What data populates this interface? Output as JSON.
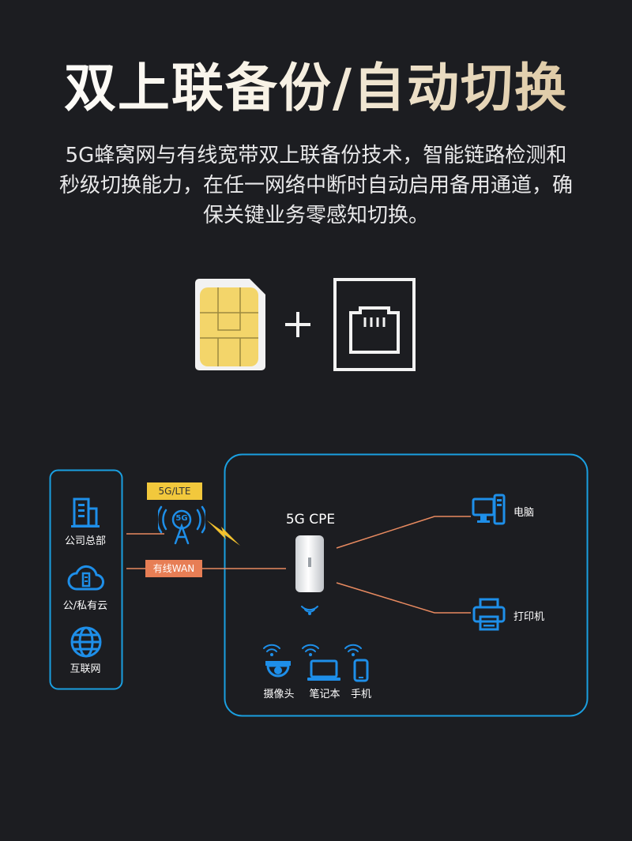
{
  "title": "双上联备份/自动切换",
  "description": {
    "line1": "5G蜂窝网与有线宽带双上联备份技术，智能链路检测和",
    "line2": "秒级切换能力，在任一网络中断时自动启用备用通道，确",
    "line3": "保关键业务零感知切换。"
  },
  "diagram": {
    "sources": [
      "公司总部",
      "公/私有云",
      "互联网"
    ],
    "links": {
      "cellular": "5G/LTE",
      "wired": "有线WAN"
    },
    "antenna_badge": "5G",
    "cpe_label": "5G CPE",
    "devices_right": [
      "电脑",
      "打印机"
    ],
    "devices_bottom": [
      "摄像头",
      "笔记本",
      "手机"
    ]
  },
  "colors": {
    "blue": "#1e8fe9",
    "frame": "#1a9fe0",
    "orange_line": "#e88a60",
    "yellow_tag": "#f2c83c",
    "orange_tag": "#e77e55",
    "bolt": "#f2c12e"
  }
}
